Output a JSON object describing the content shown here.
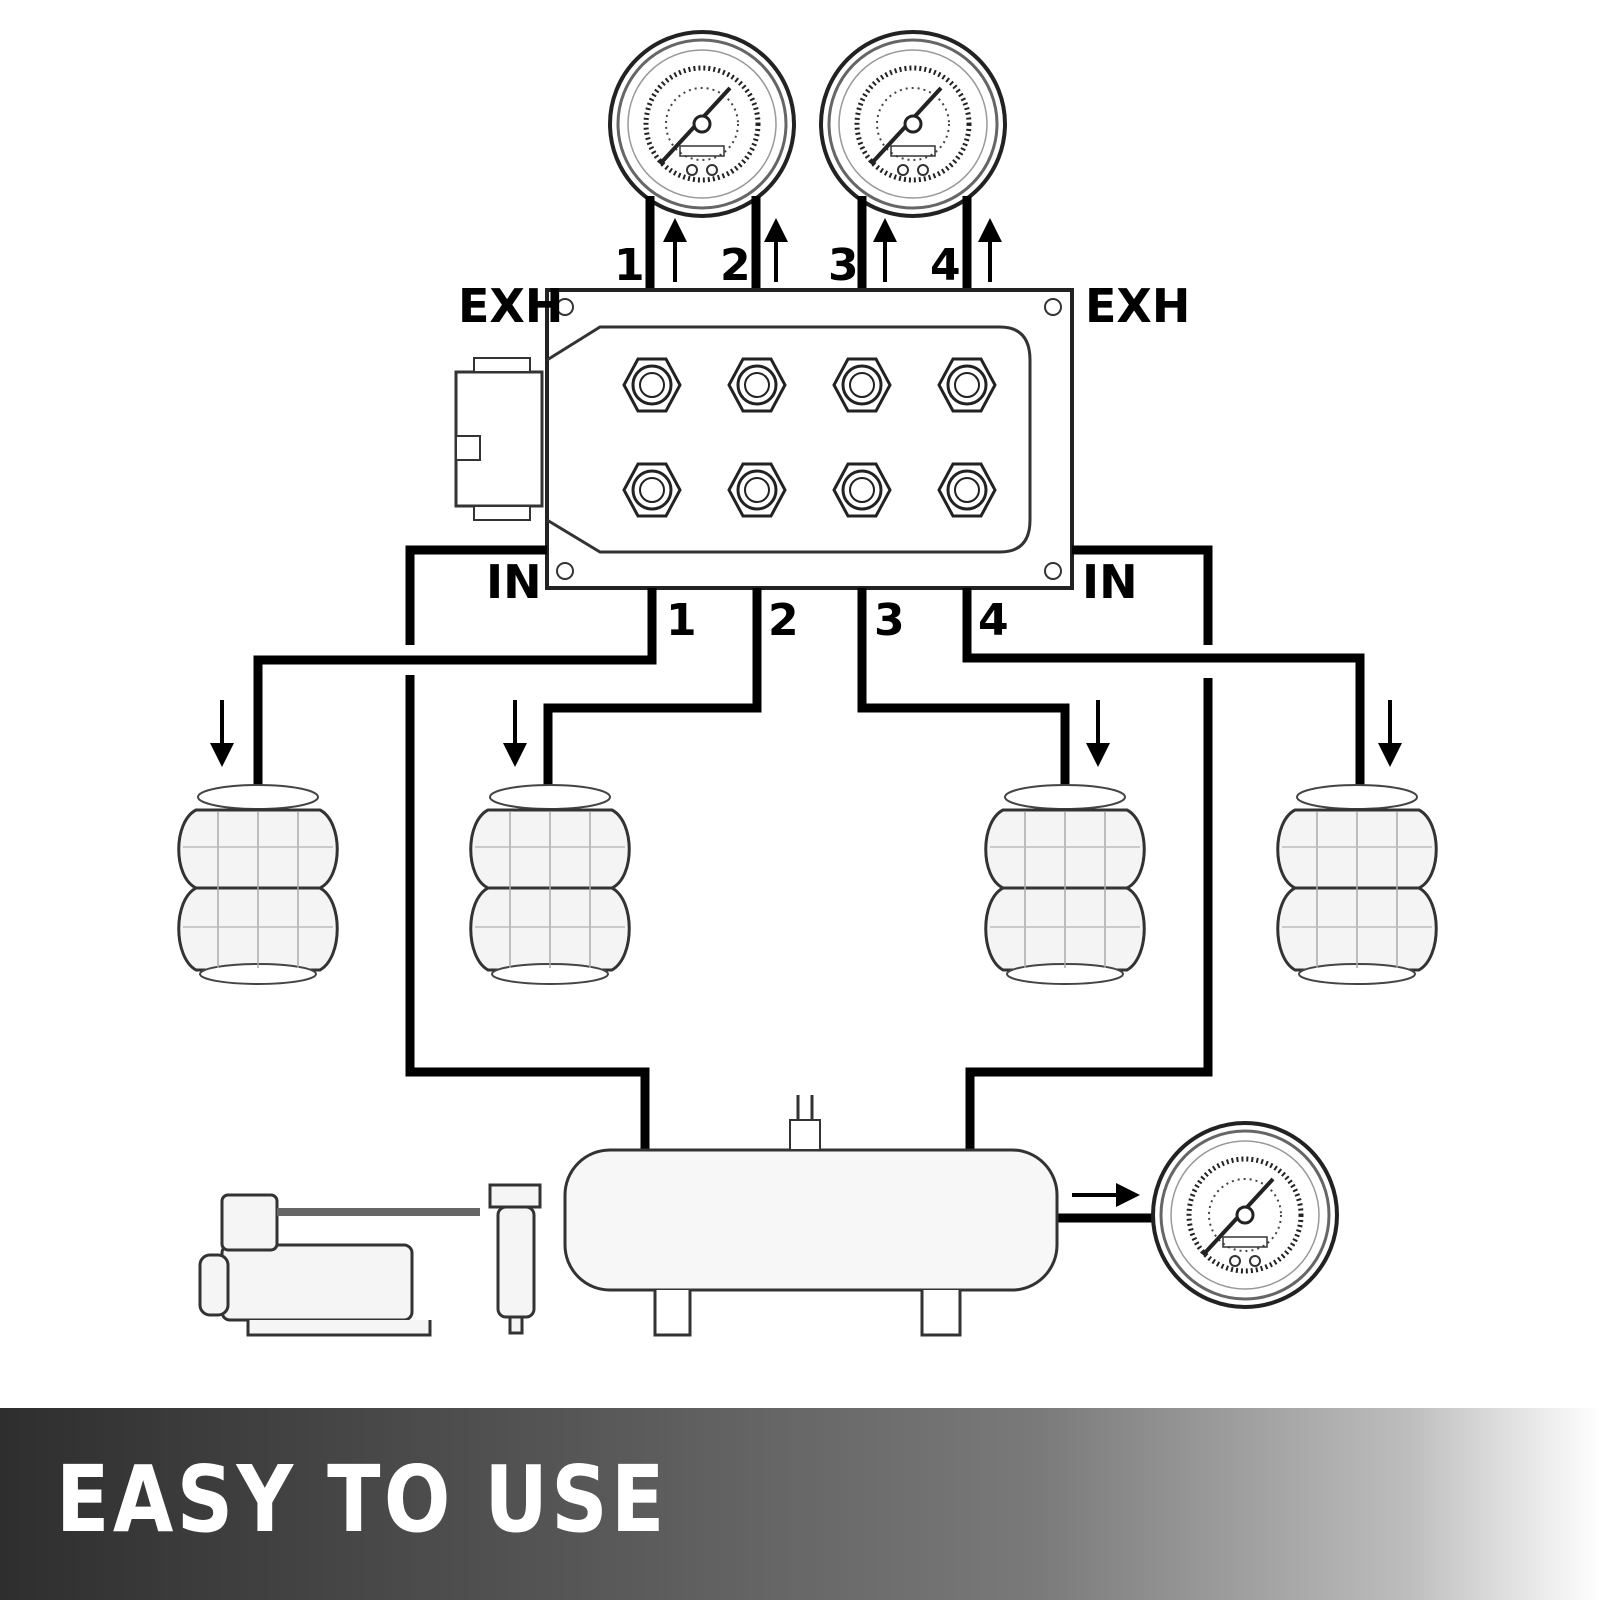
{
  "labels": {
    "exh_left": "EXH",
    "exh_right": "EXH",
    "in_left": "IN",
    "in_right": "IN",
    "top_ports": [
      "1",
      "2",
      "3",
      "4"
    ],
    "bottom_ports": [
      "1",
      "2",
      "3",
      "4"
    ]
  },
  "banner": {
    "title": "EASY TO USE"
  }
}
